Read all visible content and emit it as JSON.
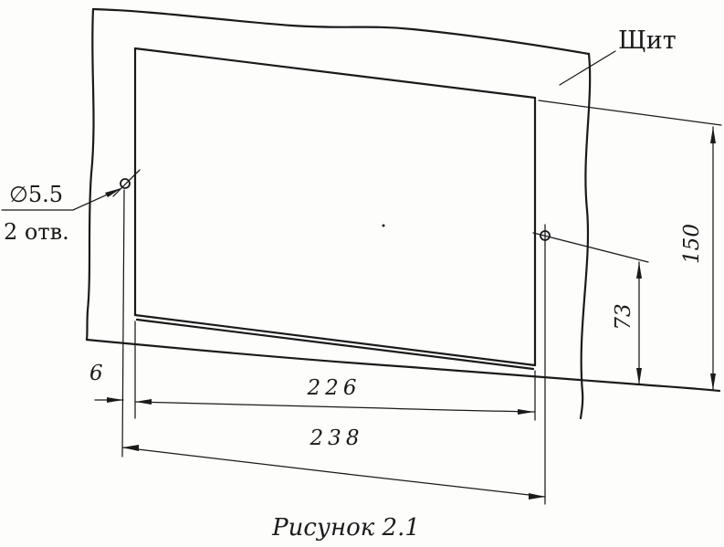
{
  "drawing": {
    "ink_color": "#1a1a1a",
    "caption": "Рисунок 2.1",
    "panel_label": "Щит",
    "hole_callout": {
      "diameter": "∅5.5",
      "count": "2 отв."
    },
    "dimensions": {
      "outer_hole_spacing": "238",
      "cutout_width": "226",
      "cutout_height": "150",
      "hole_height": "73",
      "hole_edge_offset": "6"
    }
  }
}
